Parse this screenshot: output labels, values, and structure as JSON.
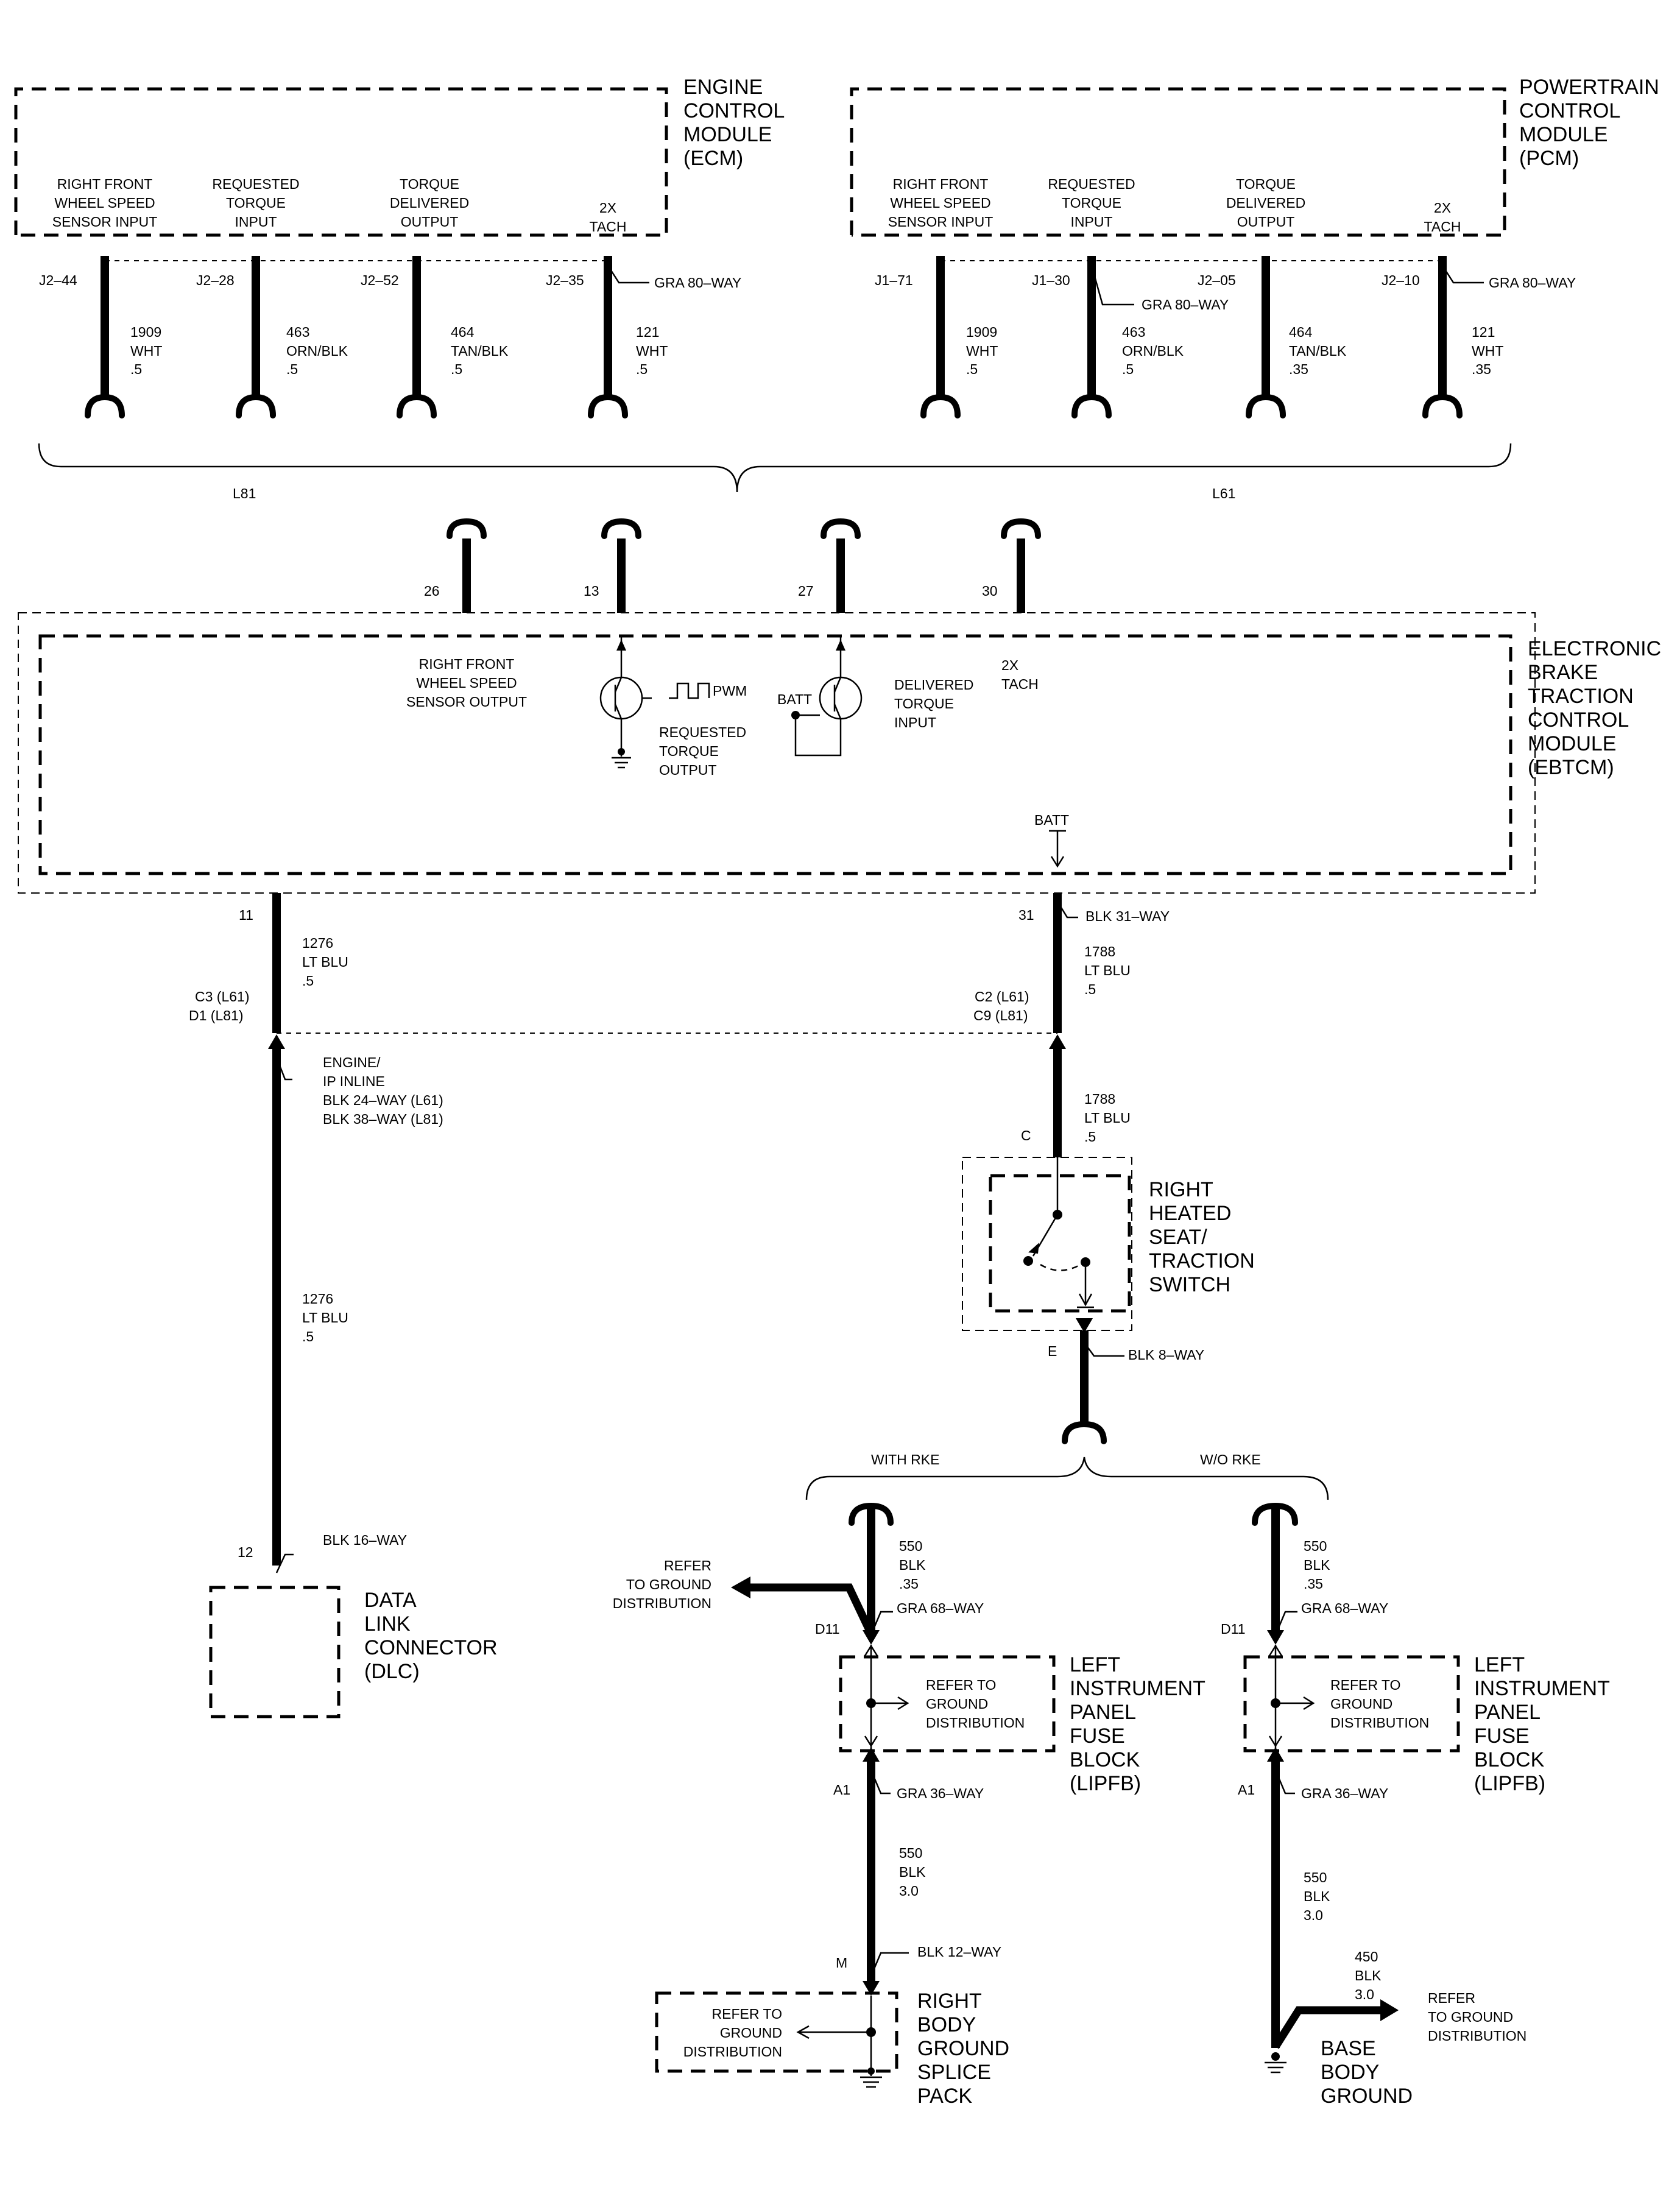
{
  "modules": {
    "ecm": {
      "title": [
        "ENGINE",
        "CONTROL",
        "MODULE",
        "(ECM)"
      ]
    },
    "pcm": {
      "title": [
        "POWERTRAIN",
        "CONTROL",
        "MODULE",
        "(PCM)"
      ]
    },
    "ebtcm": {
      "title": [
        "ELECTRONIC",
        "BRAKE",
        "TRACTION",
        "CONTROL",
        "MODULE",
        "(EBTCM)"
      ]
    },
    "switch": {
      "title": [
        "RIGHT",
        "HEATED",
        "SEAT/",
        "TRACTION",
        "SWITCH"
      ]
    },
    "dlc": {
      "title": [
        "DATA",
        "LINK",
        "CONNECTOR",
        "(DLC)"
      ]
    },
    "lipfb": {
      "title": [
        "LEFT",
        "INSTRUMENT",
        "PANEL",
        "FUSE",
        "BLOCK",
        "(LIPFB)"
      ]
    },
    "splice": {
      "title": [
        "RIGHT",
        "BODY",
        "GROUND",
        "SPLICE",
        "PACK"
      ]
    },
    "base_ground": {
      "title": [
        "BASE",
        "BODY",
        "GROUND"
      ]
    }
  },
  "ecm_signals": {
    "rf_wss": [
      "RIGHT FRONT",
      "WHEEL SPEED",
      "SENSOR INPUT"
    ],
    "req_torque": [
      "REQUESTED",
      "TORQUE",
      "INPUT"
    ],
    "torque_del": [
      "TORQUE",
      "DELIVERED",
      "OUTPUT"
    ],
    "tach": [
      "2X",
      "TACH"
    ]
  },
  "ecm_wires": [
    {
      "pin": "J2–44",
      "circuit": "1909",
      "color": "WHT",
      "size": ".5"
    },
    {
      "pin": "J2–28",
      "circuit": "463",
      "color": "ORN/BLK",
      "size": ".5"
    },
    {
      "pin": "J2–52",
      "circuit": "464",
      "color": "TAN/BLK",
      "size": ".5"
    },
    {
      "pin": "J2–35",
      "circuit": "121",
      "color": "WHT",
      "size": ".5"
    }
  ],
  "pcm_wires": [
    {
      "pin": "J1–71",
      "circuit": "1909",
      "color": "WHT",
      "size": ".5"
    },
    {
      "pin": "J1–30",
      "circuit": "463",
      "color": "ORN/BLK",
      "size": ".5"
    },
    {
      "pin": "J2–05",
      "circuit": "464",
      "color": "TAN/BLK",
      "size": ".35"
    },
    {
      "pin": "J2–10",
      "circuit": "121",
      "color": "WHT",
      "size": ".35"
    }
  ],
  "connectors": {
    "ecm_gra": "GRA 80–WAY",
    "pcm_gra1": "GRA 80–WAY",
    "pcm_gra2": "GRA 80–WAY",
    "ebtcm_blk": "BLK 31–WAY",
    "engine_ip": [
      "ENGINE/",
      "IP INLINE",
      "BLK 24–WAY (L61)",
      "BLK 38–WAY (L81)"
    ],
    "switch_blk": "BLK 8–WAY",
    "dlc_blk": "BLK 16–WAY",
    "gra68_a": "GRA 68–WAY",
    "gra68_b": "GRA 68–WAY",
    "gra36_a": "GRA 36–WAY",
    "gra36_b": "GRA 36–WAY",
    "blk12": "BLK 12–WAY"
  },
  "options": {
    "l81": "L81",
    "l61": "L61",
    "with_rke": "WITH RKE",
    "wo_rke": "W/O RKE"
  },
  "ebtcm_pins": {
    "p26": "26",
    "p13": "13",
    "p27": "27",
    "p30": "30",
    "p11": "11",
    "p31": "31"
  },
  "ebtcm_internal": {
    "rf_out": [
      "RIGHT FRONT",
      "WHEEL SPEED",
      "SENSOR OUTPUT"
    ],
    "pwm": "PWM",
    "req_out": [
      "REQUESTED",
      "TORQUE",
      "OUTPUT"
    ],
    "batt1": "BATT",
    "del_in": [
      "DELIVERED",
      "TORQUE",
      "INPUT"
    ],
    "tach": [
      "2X",
      "TACH"
    ],
    "batt2": "BATT"
  },
  "left_wire": {
    "upper": [
      "1276",
      "LT BLU",
      ".5"
    ],
    "inline_pins": [
      "C3 (L61)",
      "D1 (L81)"
    ],
    "lower": [
      "1276",
      "LT BLU",
      ".5"
    ],
    "dlc_pin": "12"
  },
  "right_wire": {
    "upper": [
      "1788",
      "LT BLU",
      ".5"
    ],
    "inline_pins": [
      "C2 (L61)",
      "C9 (L81)"
    ],
    "lower": [
      "1788",
      "LT BLU",
      ".5"
    ],
    "pin_c": "C",
    "pin_e": "E"
  },
  "rke_branch": {
    "w550": [
      "550",
      "BLK",
      ".35"
    ],
    "refer_left": [
      "REFER",
      "TO GROUND",
      "DISTRIBUTION"
    ],
    "pin_d11": "D11",
    "fuse_refer": [
      "REFER TO",
      "GROUND",
      "DISTRIBUTION"
    ],
    "pin_a1": "A1",
    "w550b": [
      "550",
      "BLK",
      "3.0"
    ],
    "pin_m": "M",
    "splice_refer": [
      "REFER TO",
      "GROUND",
      "DISTRIBUTION"
    ]
  },
  "worke_branch": {
    "w550": [
      "550",
      "BLK",
      ".35"
    ],
    "pin_d11": "D11",
    "fuse_refer": [
      "REFER TO",
      "GROUND",
      "DISTRIBUTION"
    ],
    "pin_a1": "A1",
    "w550b": [
      "550",
      "BLK",
      "3.0"
    ],
    "w450": [
      "450",
      "BLK",
      "3.0"
    ],
    "refer_right": [
      "REFER",
      "TO GROUND",
      "DISTRIBUTION"
    ]
  }
}
